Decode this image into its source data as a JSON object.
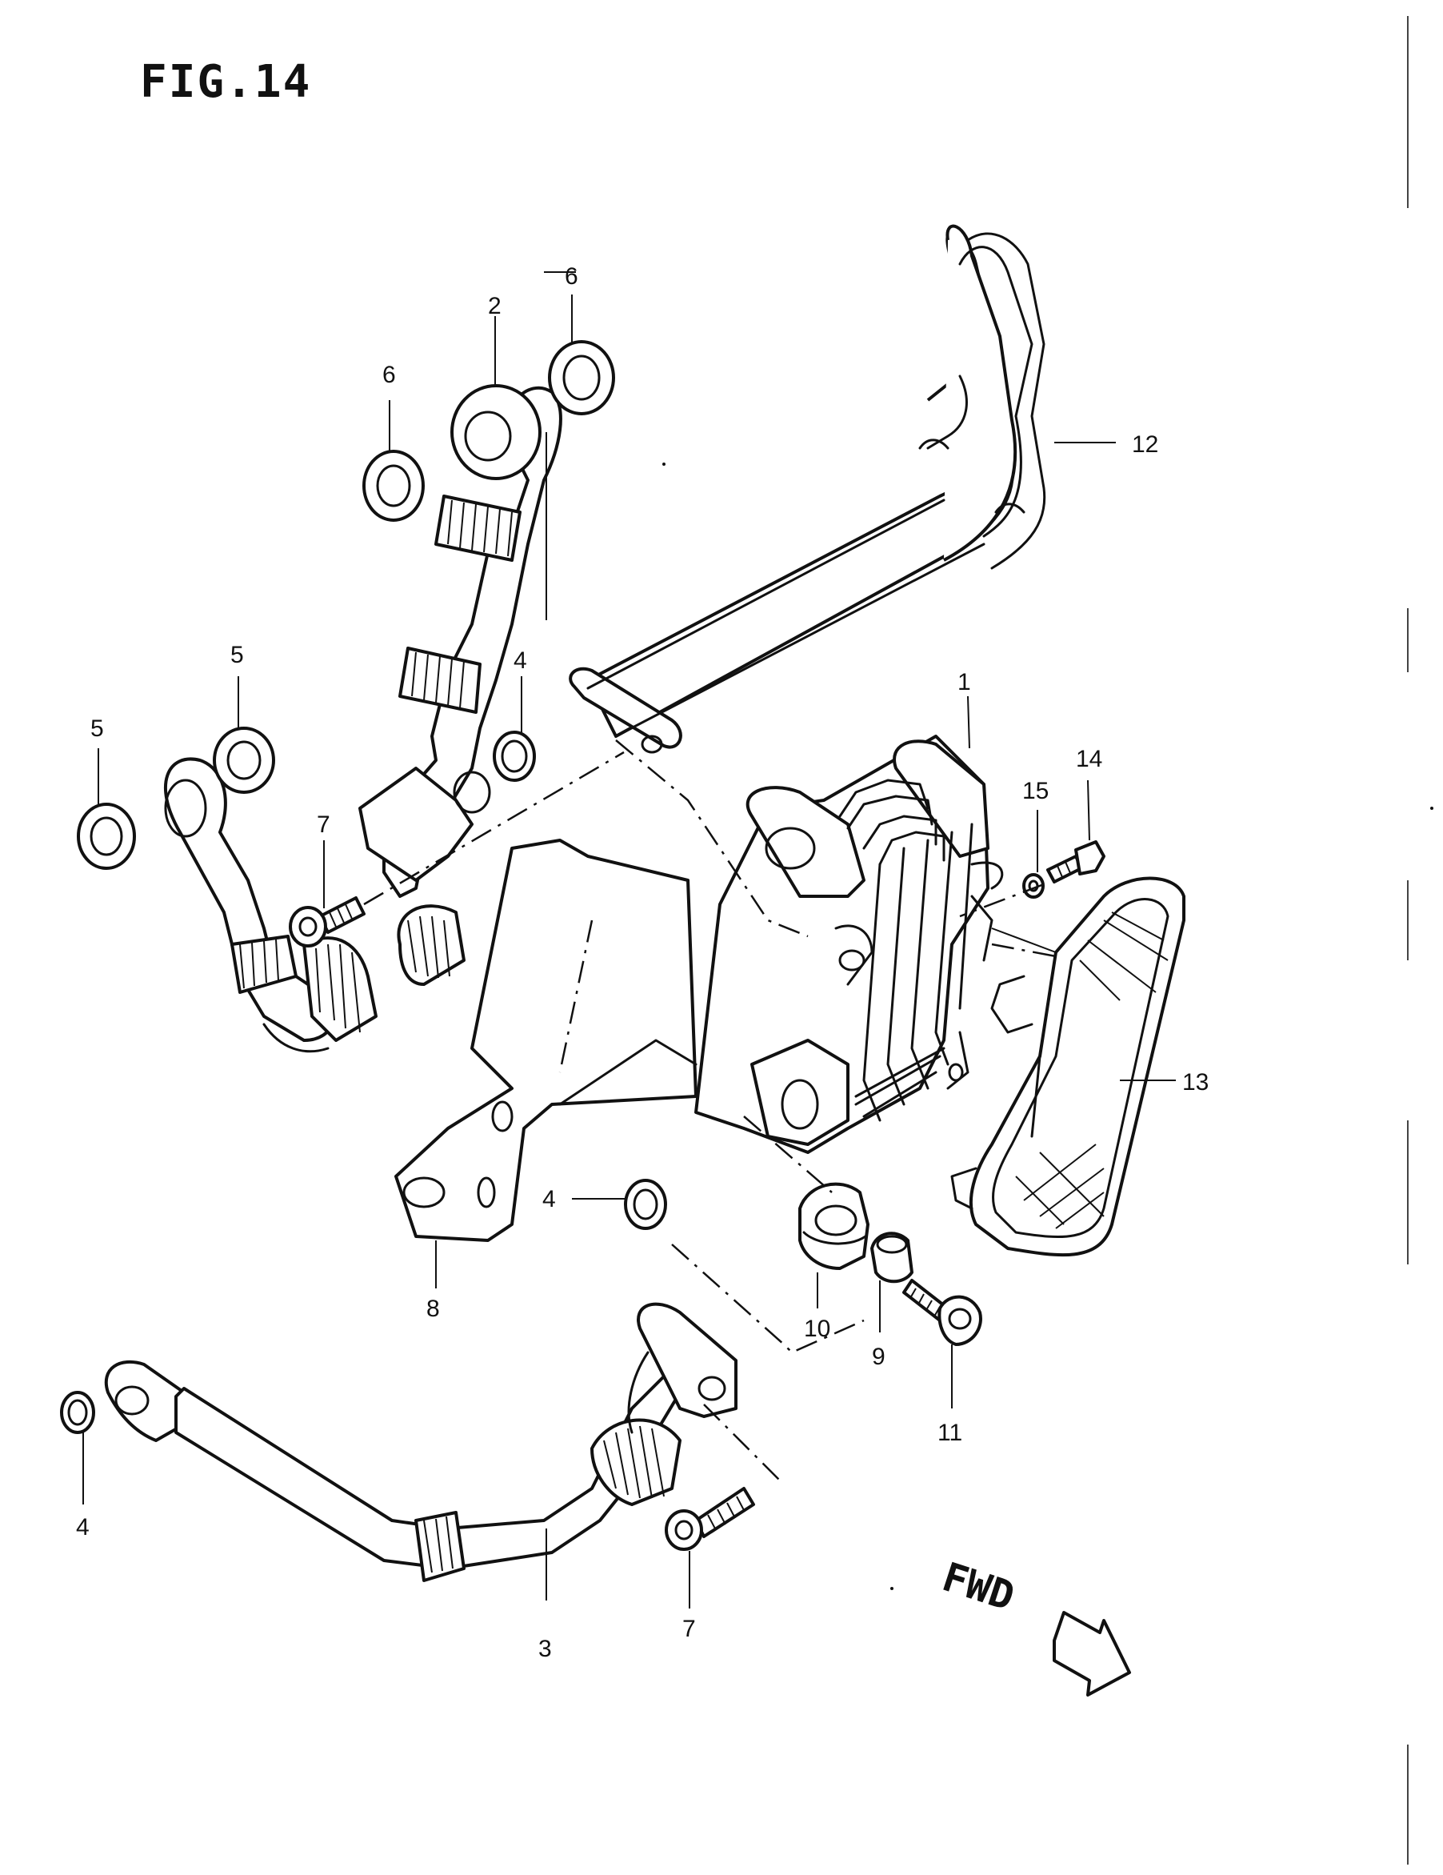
{
  "figure": {
    "title": "FIG.14",
    "forward_label": "FWD"
  },
  "callouts": [
    {
      "id": "1",
      "text": "1"
    },
    {
      "id": "2",
      "text": "2"
    },
    {
      "id": "3",
      "text": "3"
    },
    {
      "id": "4a",
      "text": "4"
    },
    {
      "id": "4b",
      "text": "4"
    },
    {
      "id": "4c",
      "text": "4"
    },
    {
      "id": "5a",
      "text": "5"
    },
    {
      "id": "5b",
      "text": "5"
    },
    {
      "id": "6a",
      "text": "6"
    },
    {
      "id": "6b",
      "text": "6"
    },
    {
      "id": "7a",
      "text": "7"
    },
    {
      "id": "7b",
      "text": "7"
    },
    {
      "id": "8",
      "text": "8"
    },
    {
      "id": "9",
      "text": "9"
    },
    {
      "id": "10",
      "text": "10"
    },
    {
      "id": "11",
      "text": "11"
    },
    {
      "id": "12",
      "text": "12"
    },
    {
      "id": "13",
      "text": "13"
    },
    {
      "id": "14",
      "text": "14"
    },
    {
      "id": "15",
      "text": "15"
    }
  ]
}
